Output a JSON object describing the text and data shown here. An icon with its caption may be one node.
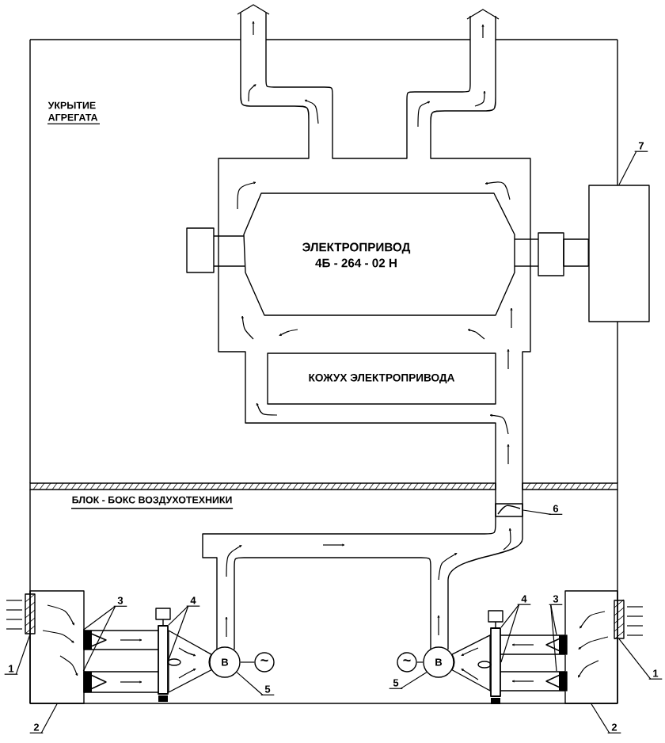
{
  "diagram": {
    "nodes": [
      {
        "text": [
          "УКРЫТИЕ АГРЕГАТА"
        ]
      },
      {
        "text": [
          "7"
        ]
      },
      {
        "text": [],
        "shape": "box"
      },
      {
        "text": [
          "ЭЛЕКТРОПРИВОД",
          "4Б - 264 - 02 Н"
        ]
      },
      {
        "text": [
          "КОЖУХ ЭЛЕКТРОПРИВОДА"
        ]
      },
      {
        "text": [
          "БЛОК - БОКС ВОЗДУХОТЕХНИКИ"
        ]
      },
      {
        "text": [
          "6"
        ],
        "in": 5
      },
      {
        "text": [],
        "shape": "box"
      },
      {
        "text": [],
        "shape": "box"
      },
      {
        "text": [],
        "shape": "box",
        "in": 5
      },
      {
        "text": [],
        "shape": "triangle",
        "in": 5
      },
      {
        "text": [],
        "shape": "triangle",
        "in": 5
      },
      {
        "text": [],
        "shape": "bar",
        "in": 5
      },
      {
        "text": [
          "В"
        ],
        "in": 5
      },
      {
        "text": [
          "~"
        ],
        "in": 5
      },
      {
        "text": [
          "1"
        ]
      },
      {
        "text": [
          "2"
        ]
      },
      {
        "text": [
          "3"
        ],
        "in": 5
      },
      {
        "text": [
          "4"
        ],
        "in": 5
      },
      {
        "text": [
          "5"
        ],
        "in": 5
      },
      {
        "text": [],
        "shape": "box"
      },
      {
        "text": [],
        "shape": "box",
        "in": 5
      },
      {
        "text": [],
        "shape": "triangle",
        "in": 5
      },
      {
        "text": [],
        "shape": "triangle",
        "in": 5
      },
      {
        "text": [],
        "shape": "bar",
        "in": 5
      },
      {
        "text": [
          "В"
        ],
        "in": 5
      },
      {
        "text": [
          "~"
        ],
        "in": 5
      },
      {
        "text": [
          "1"
        ]
      },
      {
        "text": [
          "2"
        ]
      },
      {
        "text": [
          "3"
        ],
        "in": 5
      },
      {
        "text": [
          "4"
        ]
      },
      {
        "text": [
          "5"
        ],
        "in": 5
      },
      {
        "text": [],
        "shape": "duct"
      }
    ],
    "edges": [
      {
        "from": 1,
        "to": 2,
        "arrow": "none"
      },
      {
        "from": 6,
        "to": 7,
        "arrow": "none"
      },
      {
        "from": 15,
        "to": 8,
        "arrow": "none"
      },
      {
        "from": 16,
        "to": 9,
        "arrow": "none"
      },
      {
        "from": 17,
        "to": 10,
        "arrow": "none"
      },
      {
        "from": 17,
        "to": 11,
        "arrow": "none"
      },
      {
        "from": 18,
        "to": 12,
        "arrow": "none"
      },
      {
        "from": 18,
        "to": 12,
        "arrow": "none"
      },
      {
        "from": 19,
        "to": 13,
        "arrow": "none"
      },
      {
        "from": 14,
        "to": 13,
        "arrow": "none"
      },
      {
        "from": 27,
        "to": 20,
        "arrow": "none"
      },
      {
        "from": 28,
        "to": 21,
        "arrow": "none"
      },
      {
        "from": 29,
        "to": 22,
        "arrow": "none"
      },
      {
        "from": 29,
        "to": 23,
        "arrow": "none"
      },
      {
        "from": 30,
        "to": 24,
        "arrow": "none"
      },
      {
        "from": 30,
        "to": 24,
        "arrow": "none"
      },
      {
        "from": 31,
        "to": 25,
        "arrow": "none"
      },
      {
        "from": 26,
        "to": 25,
        "arrow": "none"
      },
      {
        "from": 3,
        "to": 2,
        "arrow": "none"
      },
      {
        "from": 12,
        "to": 13,
        "arrow": "none"
      },
      {
        "from": 24,
        "to": 25,
        "arrow": "none"
      }
    ]
  }
}
